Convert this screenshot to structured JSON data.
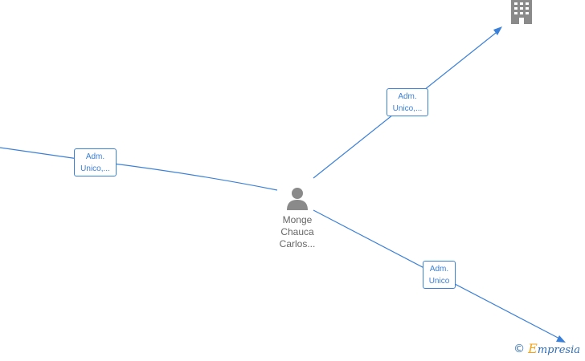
{
  "person": {
    "name_lines": [
      "Monge",
      "Chauca",
      "Carlos..."
    ]
  },
  "edges": [
    {
      "label_lines": [
        "Adm.",
        "Unico,..."
      ]
    },
    {
      "label_lines": [
        "Adm.",
        "Unico,..."
      ]
    },
    {
      "label_lines": [
        "Adm.",
        "Unico"
      ]
    }
  ],
  "watermark": {
    "symbol": "©",
    "brand_initial": "E",
    "brand_rest": "mpresia"
  },
  "colors": {
    "edge": "#3b80d8",
    "node_icon": "#8a8a8a",
    "brand_accent": "#f5a31a"
  },
  "icons": {
    "person": "person-icon",
    "company": "building-icon"
  }
}
